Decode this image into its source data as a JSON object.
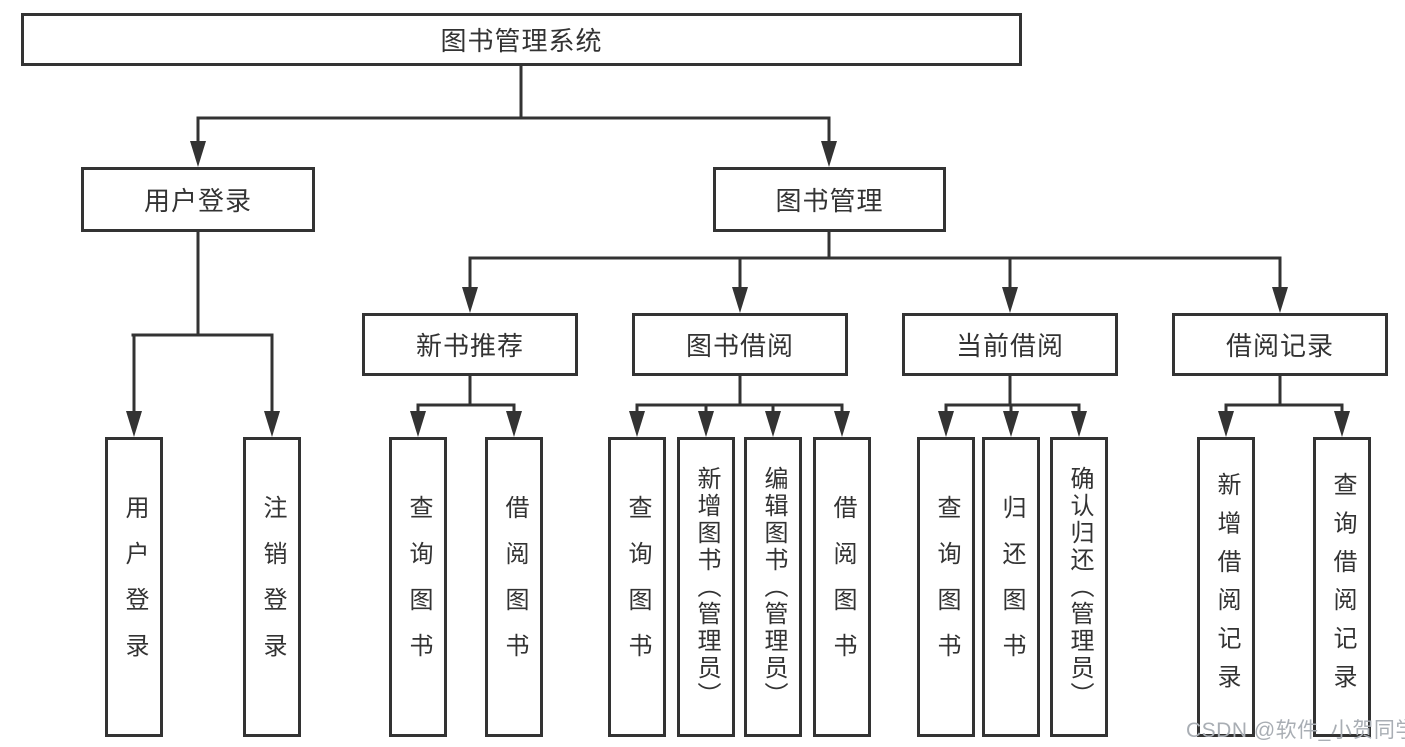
{
  "tree": {
    "root": {
      "label": "图书管理系统"
    },
    "level2": [
      {
        "label": "用户登录",
        "children": [
          {
            "label": "用户登录"
          },
          {
            "label": "注销登录"
          }
        ]
      },
      {
        "label": "图书管理",
        "children": [
          {
            "label": "新书推荐",
            "children": [
              {
                "label": "查询图书"
              },
              {
                "label": "借阅图书"
              }
            ]
          },
          {
            "label": "图书借阅",
            "children": [
              {
                "label": "查询图书"
              },
              {
                "label": "新增图书（管理员）"
              },
              {
                "label": "编辑图书（管理员）"
              },
              {
                "label": "借阅图书"
              }
            ]
          },
          {
            "label": "当前借阅",
            "children": [
              {
                "label": "查询图书"
              },
              {
                "label": "归还图书"
              },
              {
                "label": "确认归还（管理员）"
              }
            ]
          },
          {
            "label": "借阅记录",
            "children": [
              {
                "label": "新增借阅记录"
              },
              {
                "label": "查询借阅记录"
              }
            ]
          }
        ]
      }
    ]
  },
  "watermark": {
    "text": "CSDN @软件_小贺同学"
  },
  "colors": {
    "line": "#333333",
    "text": "#333333",
    "box_background": "#ffffff",
    "watermark": "#a9aeb4",
    "background": "#ffffff"
  }
}
